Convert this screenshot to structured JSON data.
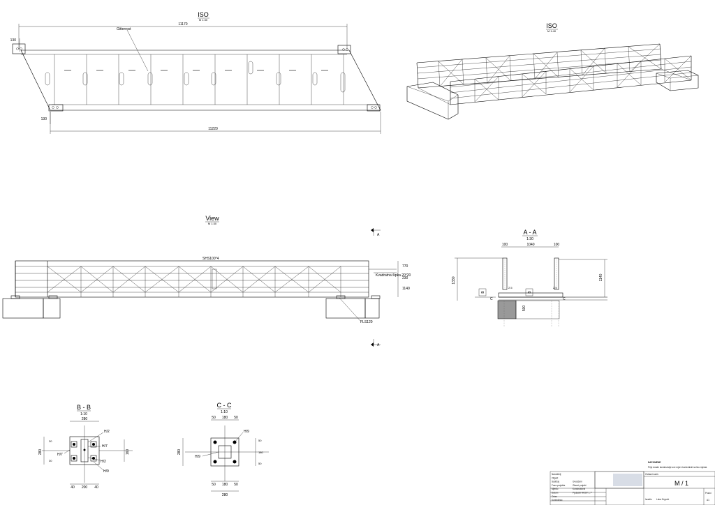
{
  "views": {
    "iso_top": {
      "title": "ISO",
      "scale": "M 1:30",
      "dim_top": "11170",
      "dim_bottom": "11220",
      "dim_left_top": "130",
      "dim_left_bottom": "130",
      "callout": "Gitterrost"
    },
    "iso_3d": {
      "title": "ISO",
      "scale": "M 1:40"
    },
    "view": {
      "title": "View",
      "scale": "M 1:30",
      "label_top": "SHS100*4",
      "label_mid": "Kvadratna šipka 20*20",
      "label_bottom": "FLS120",
      "dim_r1": "770",
      "dim_r2": "230",
      "dim_r3": "1140",
      "section_marker_top": "A",
      "section_marker_bottom": "A"
    },
    "section_aa": {
      "title": "A - A",
      "scale": "1:30",
      "dim_w1": "100",
      "dim_w2": "1040",
      "dim_w3": "100",
      "dim_h": "1330",
      "dim_h2": "1140",
      "dim_base": "500",
      "marker_b_left": "B",
      "marker_b_right": "B",
      "marker_c_left": "C",
      "marker_c_right": "C",
      "dim_small1": "2.5",
      "dim_small2": "2.5"
    },
    "section_bb": {
      "title": "B - B",
      "scale": "1:10",
      "dim_top": "280",
      "dim_left": "280",
      "dim_right": "160",
      "dim_b1": "40",
      "dim_b2": "200",
      "dim_b3": "40",
      "weld1": "H/2",
      "weld2": "H/7",
      "weld3": "H/7",
      "weld4": "H/2",
      "weld5": "H/9",
      "dim_l1": "30",
      "dim_l2": "30"
    },
    "section_cc": {
      "title": "C - C",
      "scale": "1:10",
      "dim_t1": "50",
      "dim_t2": "180",
      "dim_t3": "50",
      "dim_left": "280",
      "dim_b1": "50",
      "dim_b2": "180",
      "dim_b3": "50",
      "dim_bottom": "280",
      "weld1": "H/9",
      "weld2": "H/9",
      "dim_r1": "50",
      "dim_r2": "180",
      "dim_r3": "50"
    }
  },
  "title_block": {
    "note_title": "NAPOMENE",
    "note_text": "Prije izrade konstrukcije sve mjere kontrolirati na licu mjesta",
    "drawing_name_label": "Ovlasni naziv",
    "drawing_number": "M / 1",
    "designer_label": "Izradio",
    "designer": "Luka Grgurić",
    "drawn_by_label": "Izradio",
    "sheet_label": "Pozici",
    "sheet_value": "A1",
    "rows": [
      "Naručitelj",
      "Objekt",
      "Sadržaj",
      "Faza projekta",
      "Mjerilo",
      "Datum",
      "Crtao",
      "Kontrolirao"
    ],
    "values": [
      "",
      "",
      "Gvozdeni",
      "Glavni projekt",
      "Konstruktivni",
      "Pješački MOST 1:**",
      "",
      ""
    ]
  }
}
